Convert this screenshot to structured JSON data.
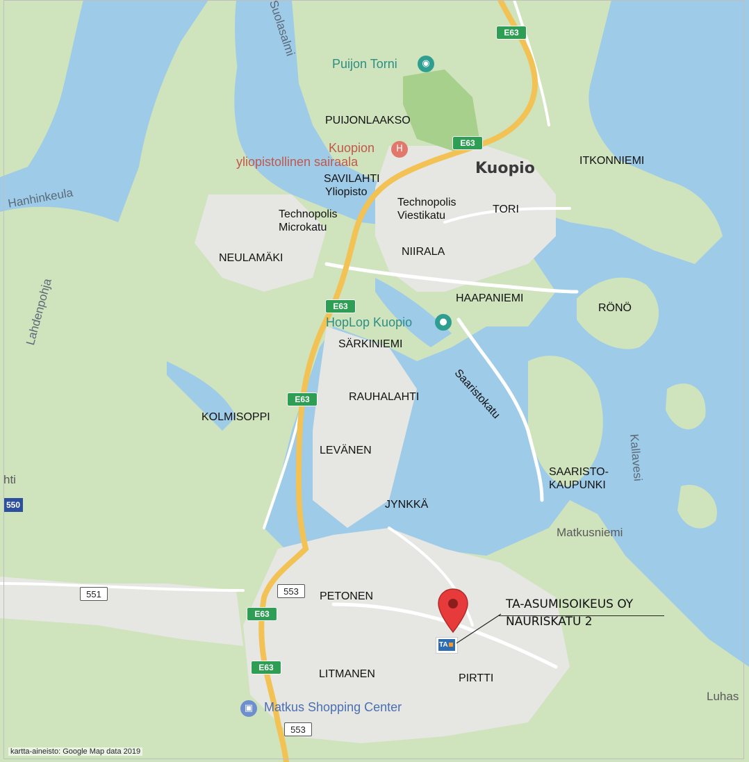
{
  "map": {
    "colors": {
      "water": "#9ecbe8",
      "land": "#cfe3bd",
      "urban": "#e6e6e2",
      "road": "#ffffff",
      "motorway": "#f2c255",
      "park": "#a8d08d"
    },
    "city": "Kuopio",
    "districts": {
      "puijonlaakso": "PUIJONLAAKSO",
      "itkonniemi": "ITKONNIEMI",
      "savilahti": "SAVILAHTI",
      "yliopisto": "Yliopisto",
      "tori": "TORI",
      "technopolis_1": "Technopolis",
      "microkatu": "Microkatu",
      "technopolis_2": "Technopolis",
      "viestikatu": "Viestikatu",
      "neulamaki": "NEULAMÄKI",
      "niirala": "NIIRALA",
      "haapaniemi": "HAAPANIEMI",
      "rono": "RÖNÖ",
      "sarkiniemi": "SÄRKINIEMI",
      "rauhalahti": "RAUHALAHTI",
      "kolmisoppi": "KOLMISOPPI",
      "levanen": "LEVÄNEN",
      "saaristo_1": "SAARISTO-",
      "saaristo_2": "KAUPUNKI",
      "jynkka": "JYNKKÄ",
      "petonen": "PETONEN",
      "litmanen": "LITMANEN",
      "pirtti": "PIRTTI"
    },
    "places": {
      "suolasalmi": "Suolasalmi",
      "hanhinkeula": "Hanhinkeula",
      "lahdenpohja": "Lahdenpohja",
      "saaristokatu": "Saaristokatu",
      "kallavesi": "Kallavesi",
      "matkusniemi": "Matkusniemi",
      "luhas": "Luhas",
      "hti": "hti"
    },
    "pois": {
      "puijon_torni": "Puijon Torni",
      "hospital_1": "Kuopion",
      "hospital_2": "yliopistollinen sairaala",
      "hoplop": "HopLop Kuopio",
      "matkus": "Matkus Shopping Center"
    },
    "road_shields": {
      "e63": "E63",
      "r553": "553",
      "r551": "551",
      "r550": "550"
    },
    "marker": {
      "line1": "TA-ASUMISOIKEUS OY",
      "line2": "NAURISKATU 2",
      "logo_text": "TA"
    },
    "credit": "kartta-aineisto: Google Map data 2019"
  }
}
